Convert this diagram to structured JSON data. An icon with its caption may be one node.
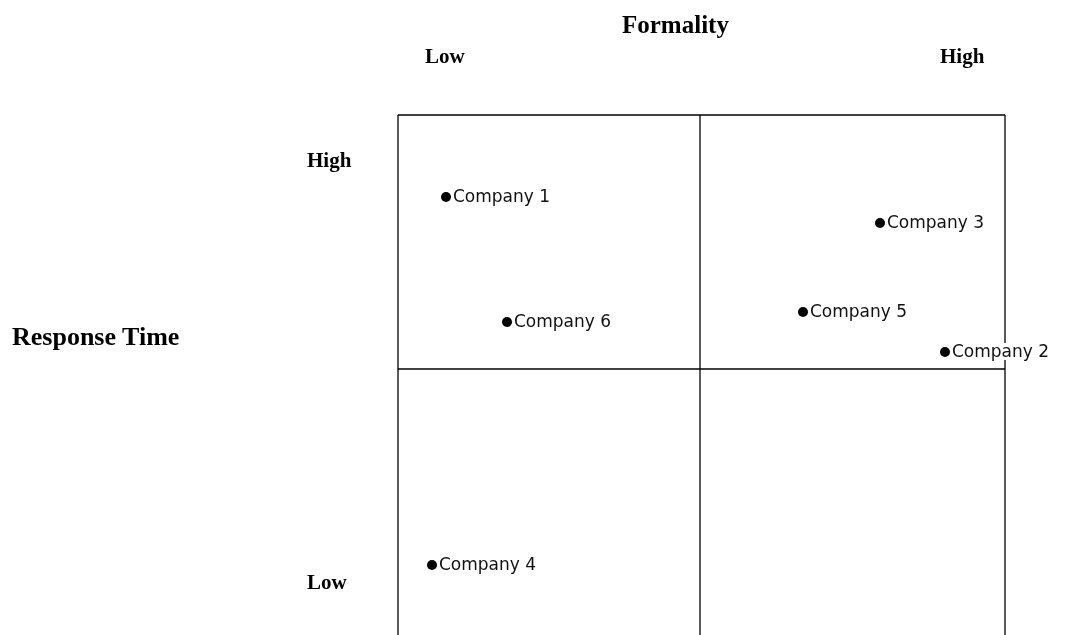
{
  "diagram": {
    "labels": [
      "Formality",
      "Low",
      "High",
      "High",
      "Company 1",
      "Company 3",
      "Company 5",
      "Company 6",
      "Response Time",
      "Company 2",
      "Company 4",
      "Low"
    ]
  }
}
